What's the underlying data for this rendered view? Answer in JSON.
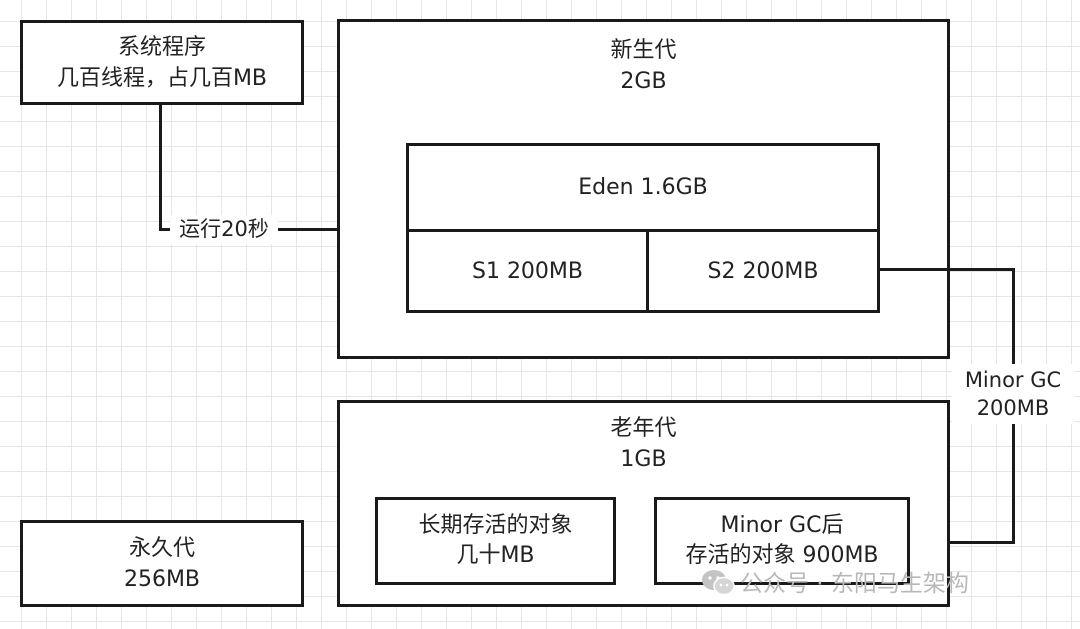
{
  "system": {
    "line1": "系统程序",
    "line2": "几百线程，占几百MB"
  },
  "young_gen": {
    "title": "新生代",
    "size": "2GB",
    "eden": "Eden 1.6GB",
    "s1": "S1 200MB",
    "s2": "S2 200MB"
  },
  "run_label": "运行20秒",
  "minor_gc_label": {
    "line1": "Minor GC",
    "line2": "200MB"
  },
  "old_gen": {
    "title": "老年代",
    "size": "1GB",
    "long_lived": {
      "line1": "长期存活的对象",
      "line2": "几十MB"
    },
    "after_gc": {
      "line1": "Minor GC后",
      "line2": "存活的对象 900MB"
    }
  },
  "perm_gen": {
    "title": "永久代",
    "size": "256MB"
  },
  "watermark": "公众号 · 东阳马生架构",
  "colors": {
    "stroke": "#1a1a1a",
    "grid": "#e6e6e6",
    "watermark": "#b8b8b8"
  }
}
